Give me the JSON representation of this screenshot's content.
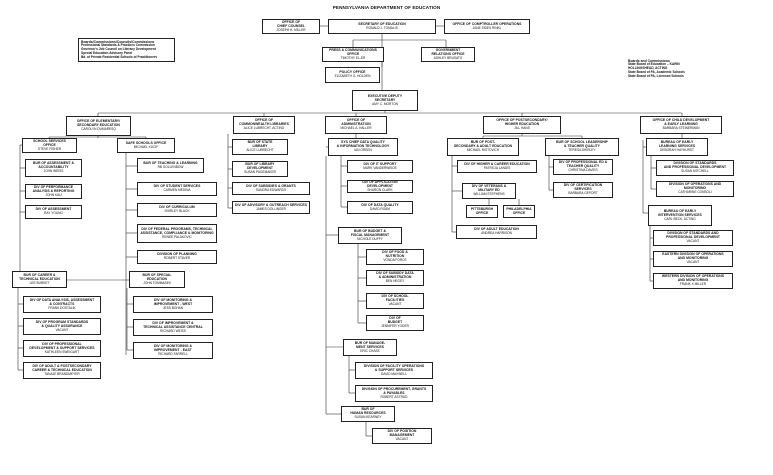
{
  "title": "PENNSYLVANIA DEPARTMENT OF EDUCATION",
  "legend": {
    "heading": "Boards and Commissions",
    "items": [
      "State Board of Education – KARIN",
      "HOLLINGSHEAD, ACTING",
      "State Board of PA, Academic Schools",
      "State Board of PA, Licensed Schools"
    ]
  },
  "side_note": {
    "heading": "Boards/Commissions/Councils/Commissions",
    "items": [
      "Professional Standards & Practices Commission",
      "Governor's Job Council on Literacy Development",
      "Special Education Advisory Panel",
      "Bd. of Private Residential Schools of Practitioners"
    ]
  },
  "nodes": {
    "chief_counsel": {
      "title": "OFFICE OF\nCHIEF COUNSEL",
      "name": "JOSEPH H. MILLER"
    },
    "secretary": {
      "title": "SECRETARY OF EDUCATION",
      "name": "RONALD J. TOMALIS"
    },
    "comptroller": {
      "title": "OFFICE OF COMPTROLLER OPERATIONS",
      "name": "JANE SIDES RINKL"
    },
    "press": {
      "title": "PRESS & COMMUNICATIONS\nOFFICE",
      "name": "TIMOTHY EL-ER"
    },
    "gov_relations": {
      "title": "GOVERNMENT\nRELATIONS OFFICE",
      "name": "ASHLEY BRUSATO"
    },
    "policy": {
      "title": "POLICY OFFICE",
      "name": "ELIZABETH G. HOLDEN"
    },
    "exec_deputy": {
      "title": "EXECUTIVE DEPUTY\nSECRETARY",
      "name": "AMY C. MORTON"
    },
    "elem_sec": {
      "title": "OFFICE OF ELEMENTARY/\nSECONDARY EDUCATION",
      "name": "CAROLYN DUMARESQ"
    },
    "school_services": {
      "title": "SCHOOL SERVICES\nOFFICE",
      "name": "STEVE FISHER"
    },
    "safe_schools": {
      "title": "SAFE SCHOOLS OFFICE",
      "name": "MICHAEL KUCIF"
    },
    "bur_assessment": {
      "title": "BUR OF ASSESSMENT &\nACCOUNTABILITY",
      "name": "JOHN WEISS"
    },
    "div_performance": {
      "title": "DIV OF PERFORMANCE\nANALYSIS & REPORTING",
      "name": "JOHN KAU"
    },
    "div_assessment": {
      "title": "DIV OF ASSESSMENT",
      "name": "RAY YOUNG"
    },
    "bur_teaching": {
      "title": "BUR OF TEACHING & LEARNING",
      "name": "RB GOLLENBOW"
    },
    "div_student_services": {
      "title": "DIV OF STUDENT SERVICES",
      "name": "CARMEN MEDINA"
    },
    "div_curriculum": {
      "title": "DIV OF CURRICULUM",
      "name": "SHIRLEY BLACK"
    },
    "div_federal": {
      "title": "DIV OF FEDERAL PROGRAMS, TECHNICAL\nASSISTANCE, COMPLIANCE & MONITORING",
      "name": "RENEE PALAKOVIC"
    },
    "div_planning": {
      "title": "DIVISION OF PLANNING",
      "name": "ROBERT STAVER"
    },
    "bur_career": {
      "title": "BUR OF CAREER &\nTECHNICAL EDUCATION",
      "name": "LEE BURKET"
    },
    "div_data_analysis": {
      "title": "DIV OF DATA ANALYSIS, ASSESSMENT\n& CONTRACTS",
      "name": "FRANK DOSTALIK"
    },
    "div_program_standards": {
      "title": "DIV OF PROGRAM STANDARDS\n& QUALITY ASSURANCE",
      "name": "VACANT"
    },
    "div_professional_dev": {
      "title": "DIV OF PROFESSIONAL\nDEVELOPMENT & SUPPORT SERVICES",
      "name": "KATHLEEN SWEIGART"
    },
    "div_adult_post": {
      "title": "DIV OF ADULT & POSTSECONDARY\nCAREER & TECHNICAL EDUCATION",
      "name": "TANAJE BRANDMEYER"
    },
    "bur_special": {
      "title": "BUR OF SPECIAL\nEDUCATION",
      "name": "JOHN TOMMASINI"
    },
    "div_monitoring_west": {
      "title": "DIV OF MONITORING &\nIMPROVEMENT - WEST",
      "name": "JESS BOHAN"
    },
    "div_improvement_central": {
      "title": "DIV OF IMPROVEMENT &\nTECHNICAL ASSISTANCE CENTRAL",
      "name": "RICHARD WEISS"
    },
    "div_monitoring_east": {
      "title": "DIV OF MONITORING &\nIMPROVEMENT - EAST",
      "name": "RICHARD FARRELL"
    },
    "commonwealth_libraries": {
      "title": "OFFICE OF\nCOMMONWEALTH LIBRARIES",
      "name": "ALICE LUBRECHT, ACTING"
    },
    "bur_state_library": {
      "title": "BUR OF STATE\nLIBRARY",
      "name": "ALICE LUBRECHT"
    },
    "bur_library_dev": {
      "title": "BUR OF LIBRARY\nDEVELOPMENT",
      "name": "SUSAN PAGEMAKER"
    },
    "div_subsidies": {
      "title": "DIV OF SUBSIDIES & GRANTS",
      "name": "SANDRA EDWARDS"
    },
    "div_advisory": {
      "title": "DIV OF ADVISORY & OUTREACH SERVICES",
      "name": "JAMES DOLLINGER"
    },
    "administration": {
      "title": "OFFICE OF\nADMINISTRATION",
      "name": "MICHAEL A. HALLER"
    },
    "sys_chief": {
      "title": "SYS CHIEF DATA QUALITY\n& INFORMATION TECHNOLOGY",
      "name": "IAN GREEN"
    },
    "div_it_support": {
      "title": "DIV OF IT SUPPORT",
      "name": "MARK VANDERWEIDE"
    },
    "div_app_dev": {
      "title": "DIV OF APPLICATION DEVELOPMENT",
      "name": "SHARON CLARK"
    },
    "div_data_quality": {
      "title": "DIV OF DATA QUALITY",
      "name": "DAVID ROAM"
    },
    "bur_budget": {
      "title": "BUR OF BUDGET &\nFISCAL MANAGEMENT",
      "name": "NICHOLE DUFFY"
    },
    "div_food": {
      "title": "DIV OF FOOD &\nNUTRITION",
      "name": "VONDA FORCE"
    },
    "div_subsidy_data": {
      "title": "DIV OF SUBSIDY DATA\n& ADMINISTRATION",
      "name": "BEN HEGEY"
    },
    "div_school_facilities": {
      "title": "DIV OF SCHOOL\nFACILITIES",
      "name": "VACANT"
    },
    "div_budget": {
      "title": "DIV OF\nBUDGET",
      "name": "JENNIFER YODER"
    },
    "bur_mgmt_services": {
      "title": "BUR OF MANAGE-\nMENT SERVICES",
      "name": "ERIC CHASE"
    },
    "div_facility_operations": {
      "title": "DIVISION OF FACILITY OPERATIONS\n& SUPPORT SERVICES",
      "name": "DAVID MAXWELL"
    },
    "div_procurement": {
      "title": "DIVISION OF PROCUREMENT, GRANTS\n& PAYABLES",
      "name": "ROBERT ASTRUD"
    },
    "bur_hr": {
      "title": "BUR OF\nHUMAN RESOURCES",
      "name": "SUSAN KEARNEY"
    },
    "div_position": {
      "title": "DIV OF POSITION\nMANAGEMENT",
      "name": "VACANT"
    },
    "postsecondary": {
      "title": "OFFICE OF POSTSECONDARY/\nHIGHER EDUCATION",
      "name": "JILL HANS"
    },
    "bur_post_adult": {
      "title": "BUR OF POST-\nSECONDARY & ADULT EDUCATION",
      "name": "MICHAEL RISTOVICH"
    },
    "div_higher_career": {
      "title": "DIV OF HIGHER & CAREER EDUCATION",
      "name": "PATRICIA LANDIS"
    },
    "div_veterans": {
      "title": "DIV OF VETERANS &\nMILITARY ED",
      "name": "WILLIAM STEPHENS"
    },
    "pittsburgh_office": {
      "title": "PITTSBURGH\nOFFICE",
      "name": ""
    },
    "philadelphia_office": {
      "title": "PHILADELPHIA\nOFFICE",
      "name": ""
    },
    "div_adult_education": {
      "title": "DIV OF ADULT EDUCATION",
      "name": "ANDREA HARRISON"
    },
    "bur_school_leadership": {
      "title": "BUR OF SCHOOL LEADERSHIP\n& TEACHER QUALITY",
      "name": "TERESA SHIRLEY"
    },
    "div_professional_ed": {
      "title": "DIV OF PROFESSIONAL ED &\nTEACHER QUALITY",
      "name": "CHRISTINA DAVIES"
    },
    "div_certification": {
      "title": "DIV OF CERTIFICATION\nSERVICES",
      "name": "BARBARA GEPORT"
    },
    "child_dev": {
      "title": "OFFICE OF CHILD DEVELOPMENT\n& EARLY LEARNING",
      "name": "BARBARA STEINERMAN"
    },
    "bureau_early": {
      "title": "BUREAU OF EARLY\nLEARNING SERVICES",
      "name": "DEBORAH HAYHURST"
    },
    "div_standards": {
      "title": "DIVISION OF STANDARDS\nAND PROFESSIONAL DEVELOPMENT",
      "name": "SUSAN MITCHELL"
    },
    "div_ops_monitoring": {
      "title": "DIVISION OF OPERATIONS AND\nMONITORING",
      "name": "CATHARINE CONSOLI"
    },
    "bureau_early_intervention": {
      "title": "BUREAU OF EARLY\nINTERVENTION SERVICES",
      "name": "CARL BECK, ACTING"
    },
    "div_standards_prof": {
      "title": "DIVISION OF STANDARDS AND\nPROFESSIONAL DEVELOPMENT",
      "name": "VACANT"
    },
    "eastern_div": {
      "title": "EASTERN DIVISION OF OPERATIONS\nAND MONITORING",
      "name": "VACANT"
    },
    "western_div": {
      "title": "WESTERN DIVISION OF OPERATIONS\nAND MONITORING",
      "name": "FRANK X MILLER"
    }
  }
}
